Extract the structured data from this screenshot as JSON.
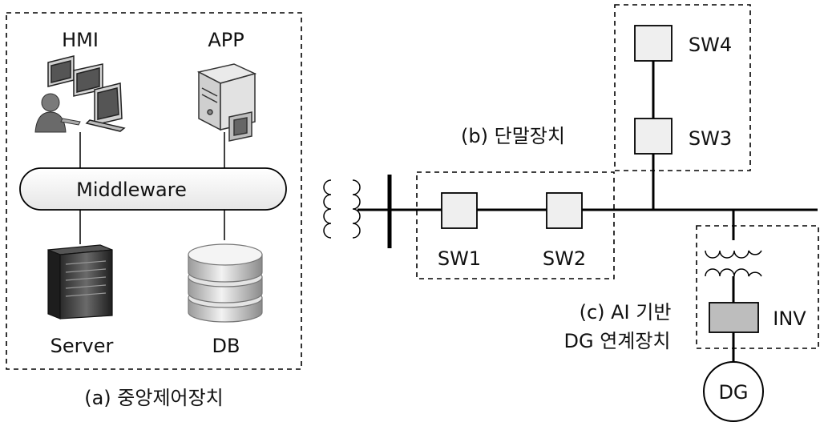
{
  "central": {
    "caption": "(a) 중앙제어장치",
    "hmi_label": "HMI",
    "app_label": "APP",
    "middleware_label": "Middleware",
    "server_label": "Server",
    "db_label": "DB"
  },
  "terminal": {
    "caption": "(b) 단말장치",
    "switches": [
      "SW1",
      "SW2",
      "SW3",
      "SW4"
    ]
  },
  "dg_interface": {
    "caption_line1": "(c) AI 기반",
    "caption_line2": "DG 연계장치",
    "inv_label": "INV",
    "dg_label": "DG"
  }
}
